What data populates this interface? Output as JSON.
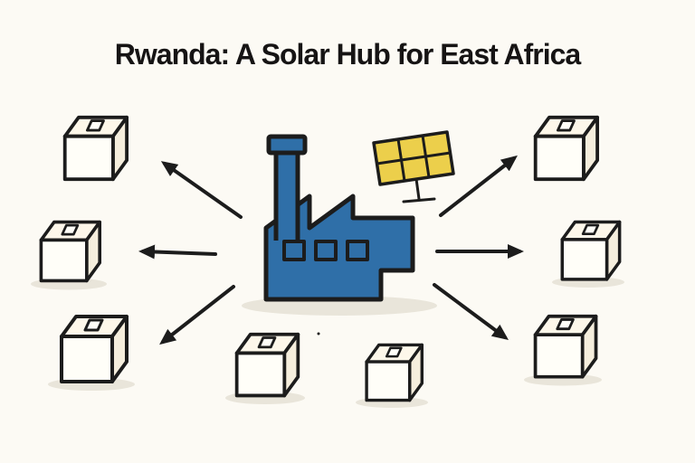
{
  "header": {
    "title": "Rwanda: A Solar Hub for East Africa"
  },
  "colors": {
    "bg": "#fcfaf4",
    "ink": "#1c1c1c",
    "factory-blue": "#2f6fa8",
    "solar-yellow": "#eccf4b",
    "box-front": "#fffef8",
    "box-top": "#fdf7ea",
    "box-side": "#f5eedd",
    "shadow": "#e9e5da"
  },
  "icons": {
    "center": "factory-icon",
    "energy": "solar-panel-icon",
    "destination": "package-box-icon"
  },
  "diagram": {
    "package_box_count": 8,
    "arrow_count": 6
  }
}
